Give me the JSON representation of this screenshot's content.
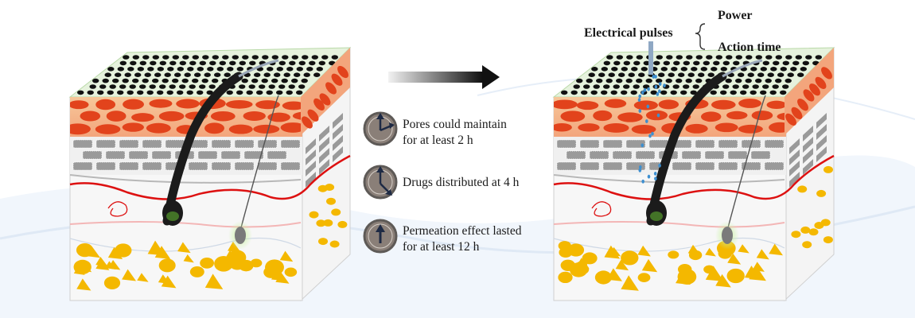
{
  "colors": {
    "pore": "#111111",
    "epidermis_top": "#e8f3df",
    "dermis_red": "#f2a37a",
    "red_cell": "#e2431c",
    "gray_block": "#9a9a9a",
    "fat_yellow": "#f4b800",
    "vessel": "#dd1111",
    "droplet": "#3d8fd0",
    "icon_fill": "#8a7f78",
    "icon_ring": "#5e5a57",
    "icon_arrow": "#1e2a44"
  },
  "info_items": [
    {
      "icon": "clock-icon",
      "lines": [
        "Pores could maintain",
        "for at least 2 h"
      ]
    },
    {
      "icon": "clock-icon",
      "lines": [
        "Drugs distributed at 4 h"
      ]
    },
    {
      "icon": "up-arrow-icon",
      "lines": [
        "Permeation effect lasted",
        "for at least 12 h"
      ]
    }
  ],
  "pulse_label": "Electrical pulses",
  "pulse_params": [
    "Power",
    "Action time"
  ]
}
